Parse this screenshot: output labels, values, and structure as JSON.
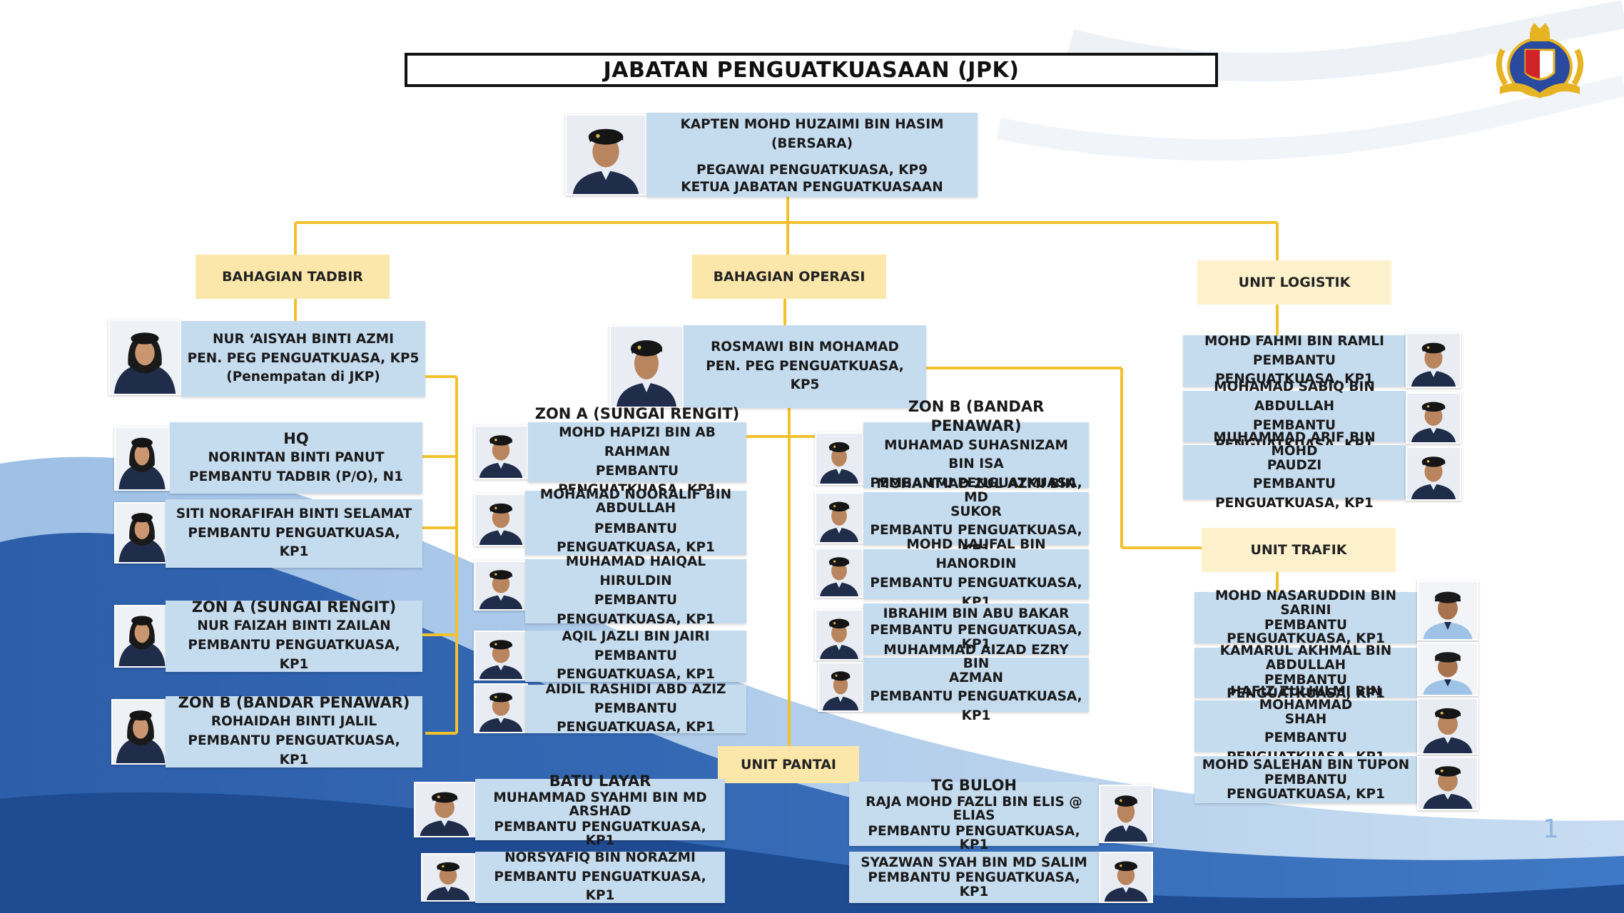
{
  "title": "JABATAN PENGUATKUASAAN (JPK)",
  "page_number": "1",
  "head": {
    "name": "KAPTEN MOHD HUZAIMI BIN HASIM (BERSARA)",
    "role1": "PEGAWAI PENGUATKUASA, KP9",
    "role2": "KETUA JABATAN PENGUATKUASAAN"
  },
  "departments": {
    "tadbir": "BAHAGIAN TADBIR",
    "operasi": "BAHAGIAN OPERASI",
    "logistik": "UNIT LOGISTIK",
    "trafik": "UNIT TRAFIK",
    "pantai": "UNIT PANTAI"
  },
  "tadbir": {
    "lead": {
      "name": "NUR ‘AISYAH BINTI AZMI",
      "role": "PEN. PEG PENGUATKUASA, KP5",
      "note": "(Penempatan di JKP)"
    },
    "hq": {
      "header": "HQ",
      "name": "NORINTAN BINTI PANUT",
      "role": "PEMBANTU TADBIR (P/O), N1"
    },
    "siti": {
      "name": "SITI NORAFIFAH BINTI SELAMAT",
      "role": "PEMBANTU PENGUATKUASA, KP1"
    },
    "zon_a": {
      "header": "ZON A (SUNGAI RENGIT)",
      "name": "NUR FAIZAH BINTI ZAILAN",
      "role": "PEMBANTU PENGUATKUASA, KP1"
    },
    "zon_b": {
      "header": "ZON B (BANDAR PENAWAR)",
      "name": "ROHAIDAH BINTI JALIL",
      "role": "PEMBANTU PENGUATKUASA, KP1"
    }
  },
  "operasi": {
    "lead": {
      "name": "ROSMAWI BIN MOHAMAD",
      "role": "PEN. PEG PENGUATKUASA, KP5"
    },
    "zon_a": {
      "header": "ZON A (SUNGAI RENGIT)",
      "members": [
        {
          "name": "MOHD HAPIZI BIN AB RAHMAN",
          "role": "PEMBANTU PENGUATKUASA, KP1"
        },
        {
          "name": "MOHAMAD NOORALIF BIN",
          "name2": "ABDULLAH",
          "role": "PEMBANTU PENGUATKUASA, KP1"
        },
        {
          "name": "MUHAMAD HAIQAL HIRULDIN",
          "role": "PEMBANTU PENGUATKUASA, KP1"
        },
        {
          "name": "AQIL JAZLI BIN JAIRI",
          "role": "PEMBANTU PENGUATKUASA, KP1"
        },
        {
          "name": "AIDIL RASHIDI ABD AZIZ",
          "role": "PEMBANTU PENGUATKUASA, KP1"
        }
      ]
    },
    "zon_b": {
      "header": "ZON B (BANDAR PENAWAR)",
      "members": [
        {
          "name": "MUHAMAD SUHASNIZAM BIN ISA",
          "role": "PEMBANTU PENGUATKUASA, KP1"
        },
        {
          "name": "MOHAMMAD ZUL AZMI BIN MD",
          "name2": "SUKOR",
          "role": "PEMBANTU PENGUATKUASA, KP1"
        },
        {
          "name": "MOHD NAUFAL BIN HANORDIN",
          "role": "PEMBANTU PENGUATKUASA, KP1"
        },
        {
          "name": "IBRAHIM BIN ABU BAKAR",
          "role": "PEMBANTU PENGUATKUASA, KP1"
        },
        {
          "name": "MUHAMMAD AIZAD EZRY BIN",
          "name2": "AZMAN",
          "role": "PEMBANTU PENGUATKUASA, KP1"
        }
      ]
    }
  },
  "pantai": {
    "batu_layar": {
      "header": "BATU LAYAR",
      "members": [
        {
          "name": "MUHAMMAD SYAHMI BIN MD ARSHAD",
          "role": "PEMBANTU PENGUATKUASA, KP1"
        },
        {
          "name": "NORSYAFIQ BIN NORAZMI",
          "role": "PEMBANTU PENGUATKUASA, KP1"
        }
      ]
    },
    "tg_buloh": {
      "header": "TG BULOH",
      "members": [
        {
          "name": "RAJA MOHD FAZLI BIN ELIS @ ELIAS",
          "role": "PEMBANTU PENGUATKUASA, KP1"
        },
        {
          "name": "SYAZWAN SYAH BIN MD SALIM",
          "role": "PEMBANTU PENGUATKUASA, KP1"
        }
      ]
    }
  },
  "logistik": {
    "members": [
      {
        "name": "MOHD FAHMI BIN RAMLI",
        "role": "PEMBANTU PENGUATKUASA, KP1"
      },
      {
        "name": "MOHAMAD SABIQ BIN ABDULLAH",
        "role": "PEMBANTU PENGUATKUASA, KP1"
      },
      {
        "name": "MUHAMMAD ARIF BIN MOHD",
        "name2": "PAUDZI",
        "role": "PEMBANTU PENGUATKUASA, KP1"
      }
    ]
  },
  "trafik": {
    "members": [
      {
        "name": "MOHD NASARUDDIN BIN SARINI",
        "role": "PEMBANTU PENGUATKUASA, KP1"
      },
      {
        "name": "KAMARUL AKHMAL BIN ABDULLAH",
        "role": "PEMBANTU PENGUATKUASA, KP1"
      },
      {
        "name": "HAFIZ ZULHILMI BIN MOHAMMAD",
        "name2": "SHAH",
        "role": "PEMBANTU PENGUATKUASA, KP1"
      },
      {
        "name": "MOHD SALEHAN BIN TUPON",
        "role": "PEMBANTU PENGUATKUASA, KP1"
      }
    ]
  },
  "colors": {
    "card": "#c5dbee",
    "dept": "#fbe7a9",
    "connector": "#f2c12e",
    "uniform": "#1f2d4a",
    "wave_dark": "#2f64b0"
  }
}
